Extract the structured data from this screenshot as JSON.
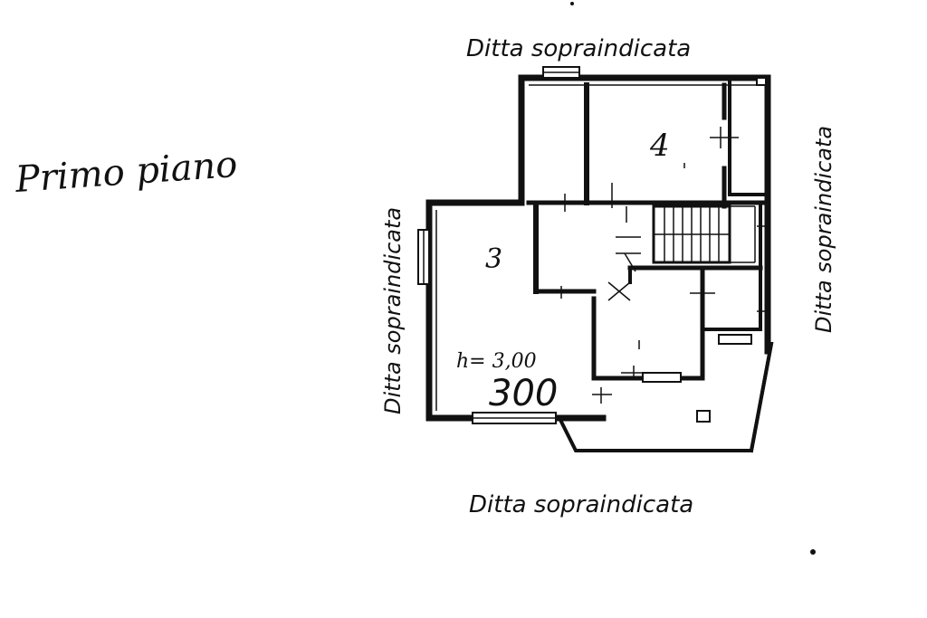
{
  "floor_title": "Primo piano",
  "neighbor_labels": {
    "top": "Ditta sopraindicata",
    "bottom": "Ditta sopraindicata",
    "left": "Ditta sopraindicata",
    "right": "Ditta sopraindicata"
  },
  "rooms": {
    "room_3": "3",
    "room_4": "4"
  },
  "height_note": "h= 3,00",
  "plan_number": "300",
  "colors": {
    "ink": "#111111",
    "paper": "#ffffff"
  }
}
